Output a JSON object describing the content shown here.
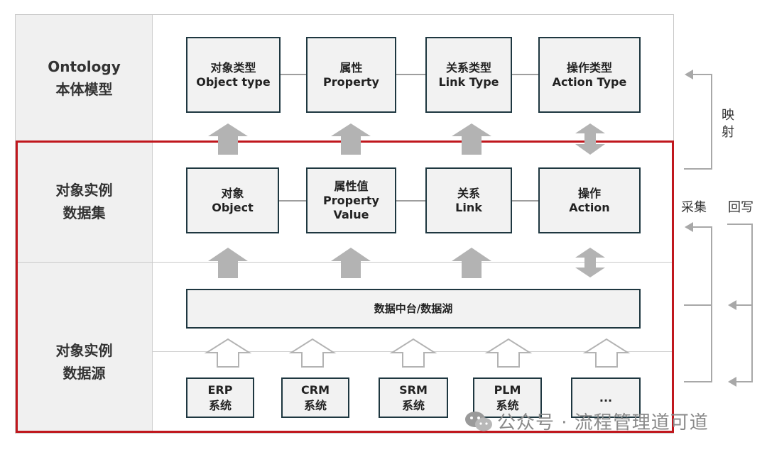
{
  "rows": {
    "ontology": [
      "Ontology",
      "本体模型"
    ],
    "instance_dataset": [
      "对象实例",
      "数据集"
    ],
    "instance_source": [
      "对象实例",
      "数据源"
    ]
  },
  "ontology_boxes": [
    {
      "cn": "对象类型",
      "en": "Object type"
    },
    {
      "cn": "属性",
      "en": "Property"
    },
    {
      "cn": "关系类型",
      "en": "Link Type"
    },
    {
      "cn": "操作类型",
      "en": "Action Type"
    }
  ],
  "instance_boxes": [
    {
      "lines": [
        "对象",
        "Object"
      ]
    },
    {
      "lines": [
        "属性值",
        "Property",
        "Value"
      ]
    },
    {
      "lines": [
        "关系",
        "Link"
      ]
    },
    {
      "lines": [
        "操作",
        "Action"
      ]
    }
  ],
  "platform": {
    "label": "数据中台/数据湖"
  },
  "systems": [
    {
      "lines": [
        "ERP",
        "系统"
      ]
    },
    {
      "lines": [
        "CRM",
        "系统"
      ]
    },
    {
      "lines": [
        "SRM",
        "系统"
      ]
    },
    {
      "lines": [
        "PLM",
        "系统"
      ]
    },
    {
      "lines": [
        "..."
      ]
    }
  ],
  "side": {
    "mapping": [
      "映",
      "射"
    ],
    "collect": "采集",
    "writeback": "回写"
  },
  "watermark": {
    "text": "公众号 · 流程管理道可道"
  },
  "colors": {
    "box_border": "#1e3740",
    "box_fill": "#f2f2f2",
    "highlight_border": "#c0171d",
    "arrow_fill": "#b3b3b3",
    "left_column": "#f0f0f0"
  }
}
